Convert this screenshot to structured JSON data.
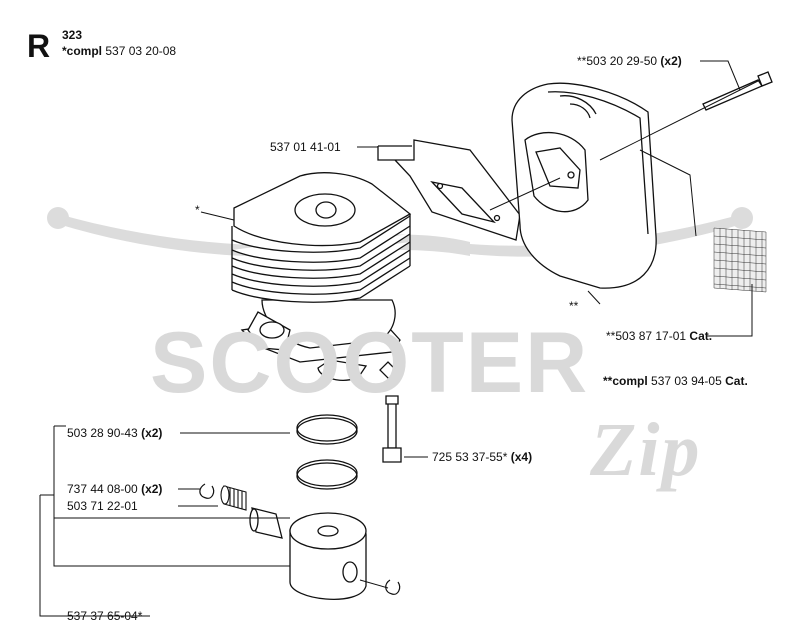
{
  "header": {
    "section_letter": "R",
    "model_number": "323",
    "compl_prefix": "*compl",
    "compl_part": "537 03 20-08"
  },
  "parts": [
    {
      "id": "muffler-bolt",
      "prefix": "**",
      "number": "503 20 29-50",
      "qty": "(x2)"
    },
    {
      "id": "muffler-bracket",
      "prefix": "",
      "number": "537 01 41-01",
      "qty": ""
    },
    {
      "id": "cylinder-star",
      "prefix": "*",
      "number": "",
      "qty": ""
    },
    {
      "id": "muffler-star",
      "prefix": "**",
      "number": "",
      "qty": ""
    },
    {
      "id": "spark-screen",
      "prefix": "**",
      "number": "503 87 17-01",
      "qty": "Cat."
    },
    {
      "id": "muffler-compl",
      "prefix": "**compl",
      "number": "537 03 94-05",
      "qty": "Cat."
    },
    {
      "id": "piston-ring",
      "prefix": "",
      "number": "503 28 90-43",
      "qty": "(x2)"
    },
    {
      "id": "cylinder-screw",
      "prefix": "",
      "number": "725 53 37-55*",
      "qty": "(x4)"
    },
    {
      "id": "piston-circlip",
      "prefix": "",
      "number": "737 44 08-00",
      "qty": "(x2)"
    },
    {
      "id": "needle-bearing",
      "prefix": "",
      "number": "503 71 22-01",
      "qty": ""
    },
    {
      "id": "piston-kit",
      "prefix": "",
      "number": "537 37 65-04*",
      "qty": ""
    }
  ],
  "watermark": {
    "text": "SCOOTER",
    "script": "Zip"
  },
  "colors": {
    "ink": "#111111",
    "watermark": "#d9d9d9"
  }
}
